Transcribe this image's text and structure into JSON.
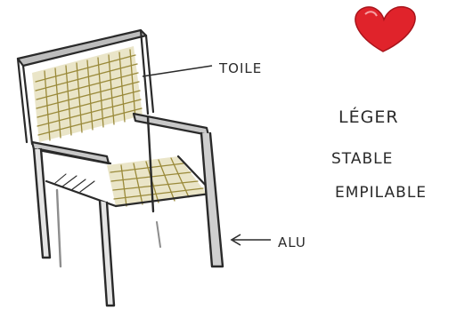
{
  "annotations": {
    "fabric_label": "TOILE",
    "aluminium_label": "ALU"
  },
  "qualities": {
    "light": "LÉGER",
    "stable": "STABLE",
    "stackable": "EMPILABLE"
  },
  "colors": {
    "ink": "#2a2a2a",
    "weave": "#9a8a3a",
    "weave_fill": "#c9bb78",
    "heart": "#e0232b",
    "heart_dark": "#a8141b",
    "frame_shade": "#8d8d8d"
  },
  "icons": {
    "heart": "heart-icon"
  }
}
